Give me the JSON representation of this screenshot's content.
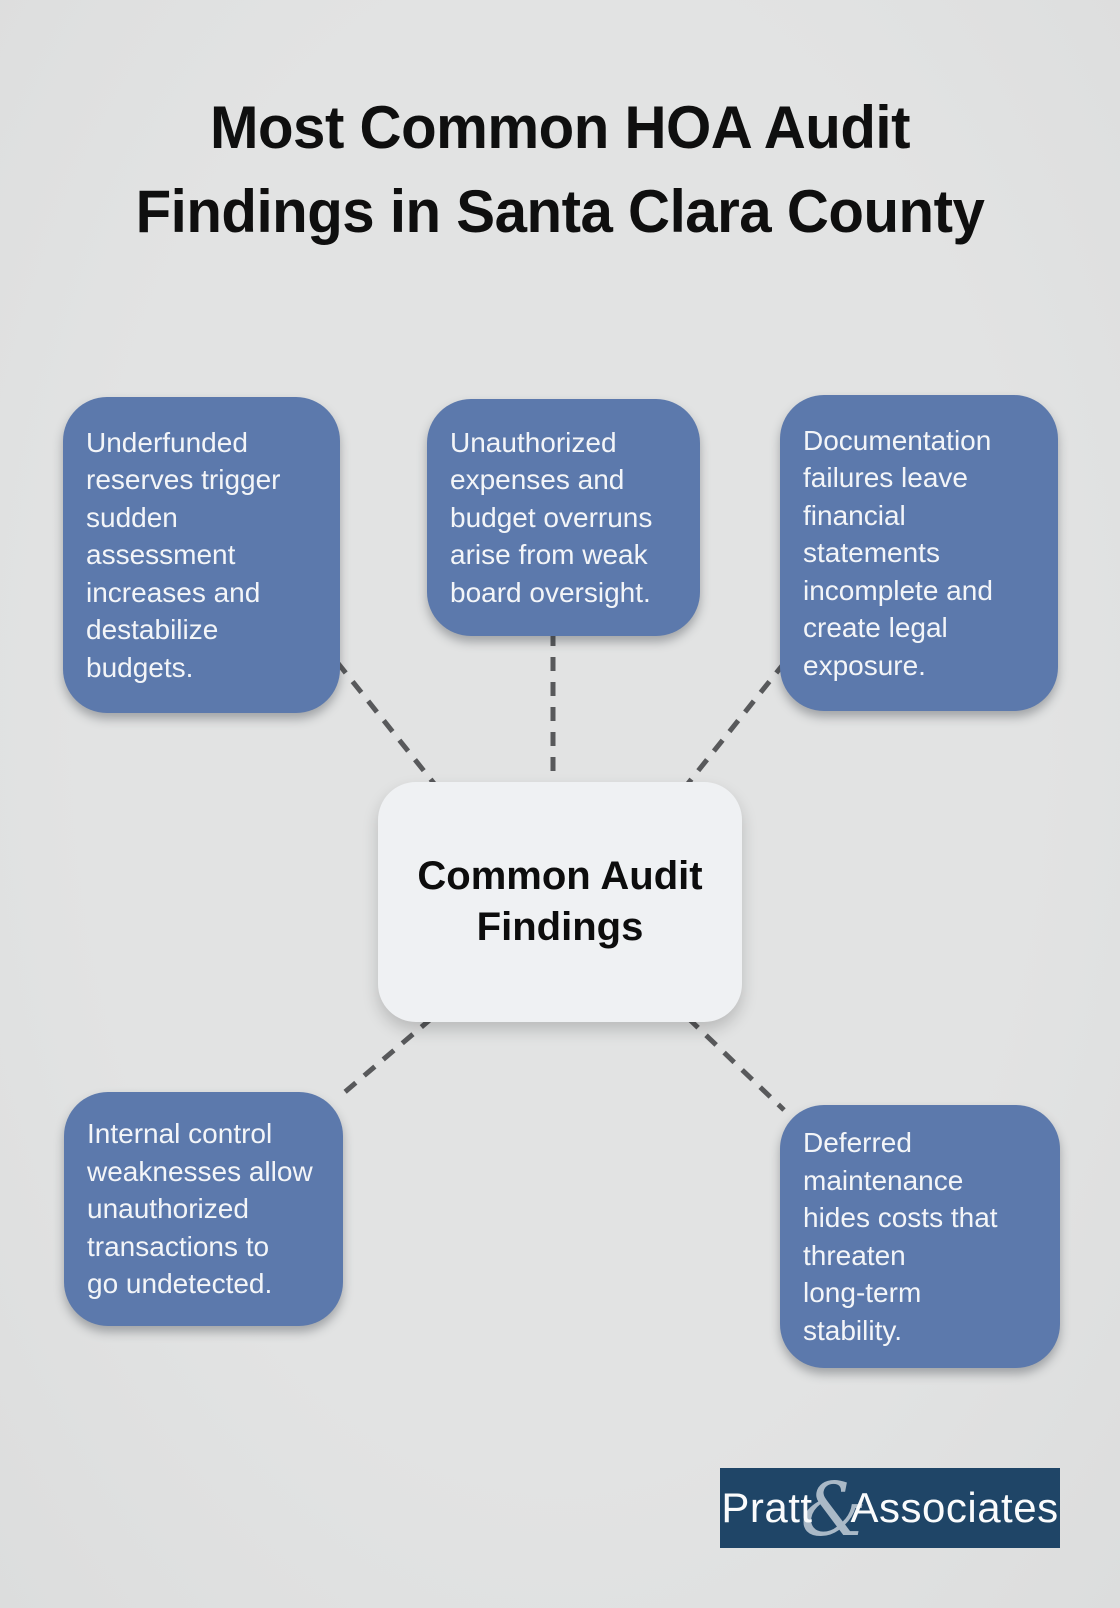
{
  "header": {
    "title": "Most Common HOA Audit\nFindings in Santa Clara County"
  },
  "center": {
    "label": "Common Audit\nFindings"
  },
  "findings": [
    {
      "id": "underfunded-reserves",
      "text": "Underfunded\nreserves trigger\nsudden\nassessment\nincreases and\ndestabilize\nbudgets."
    },
    {
      "id": "unauthorized-expenses",
      "text": "Unauthorized\nexpenses and\nbudget overruns\narise from weak\nboard oversight."
    },
    {
      "id": "documentation-failures",
      "text": "Documentation\nfailures leave\nfinancial\nstatements\nincomplete and\ncreate legal\nexposure."
    },
    {
      "id": "internal-control-weaknesses",
      "text": "Internal control\nweaknesses allow\nunauthorized\ntransactions to\ngo undetected."
    },
    {
      "id": "deferred-maintenance",
      "text": "Deferred\nmaintenance\nhides costs that\nthreaten\nlong-term\nstability."
    }
  ],
  "logo": {
    "name_left": "Pratt",
    "ampersand": "&",
    "name_right": "Associates"
  },
  "colors": {
    "background": "#e0e1e1",
    "finding_box": "#5c79ac",
    "finding_text": "#f3f5f8",
    "center_box": "#eff1f3",
    "center_text": "#0d0d0d",
    "connector": "#58595b",
    "title_text": "#0f0f0f",
    "logo_background": "#1f4567",
    "logo_text": "#fafbfc"
  }
}
